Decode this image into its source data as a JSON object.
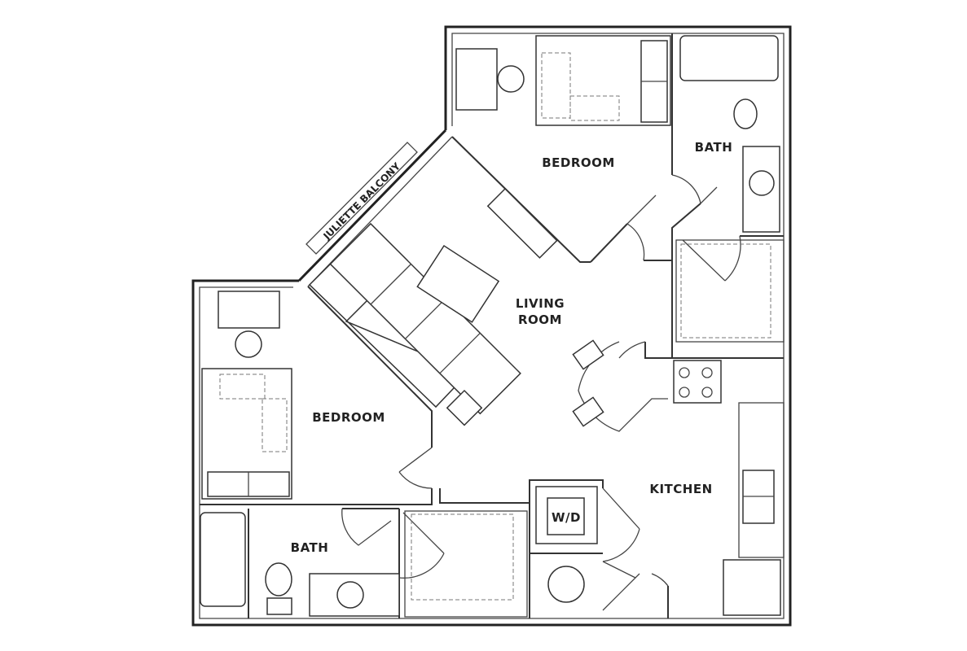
{
  "floorplan": {
    "rooms": {
      "bedroom_top": "BEDROOM",
      "bath_top": "BATH",
      "balcony": "JULIETTE BALCONY",
      "living_line1": "LIVING",
      "living_line2": "ROOM",
      "bedroom_left": "BEDROOM",
      "bath_bottom": "BATH",
      "kitchen": "KITCHEN",
      "laundry": "W/D"
    },
    "colors": {
      "line": "#222222",
      "background": "#ffffff"
    }
  }
}
